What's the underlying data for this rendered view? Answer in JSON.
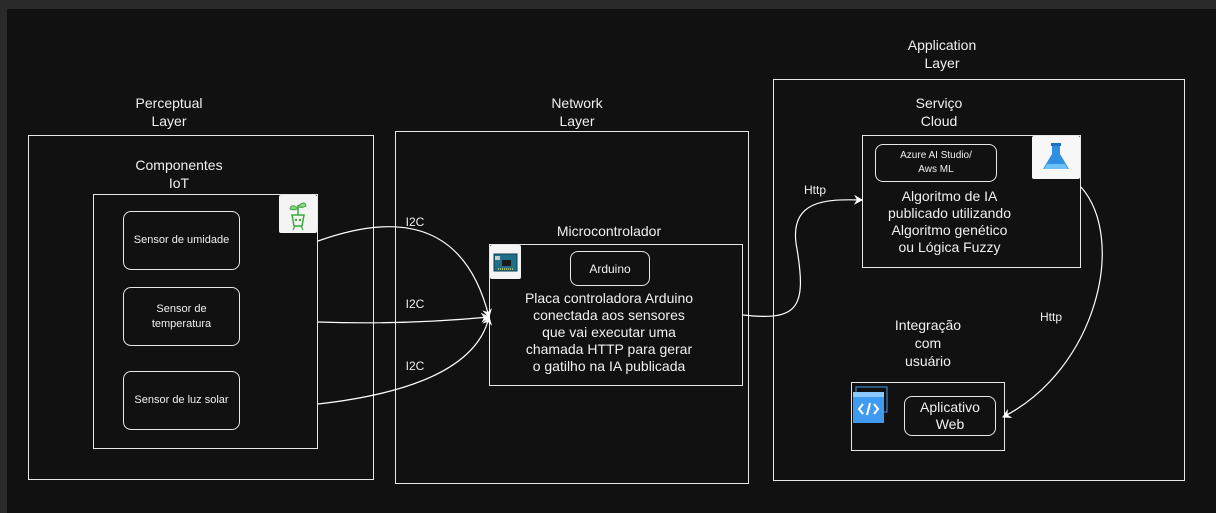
{
  "perceptual": {
    "title": "Perceptual\nLayer",
    "group_title": "Componentes\nIoT",
    "sensors": [
      "Sensor de umidade",
      "Sensor de\ntemperatura",
      "Sensor de luz solar"
    ]
  },
  "network": {
    "title": "Network\nLayer",
    "micro_title": "Microcontrolador",
    "arduino_label": "Arduino",
    "description": "Placa controladora Arduino\nconectada  aos sensores\nque vai executar uma\nchamada HTTP para gerar\no gatilho na IA publicada"
  },
  "application": {
    "title": "Application\nLayer",
    "cloud_title": "Serviço\nCloud",
    "cloud_service": "Azure AI Studio/\nAws ML",
    "cloud_description": "Algoritmo de IA\npublicado utilizando\nAlgoritmo genético\nou Lógica Fuzzy",
    "integration_title": "Integração\ncom\nusuário",
    "web_app_label": "Aplicativo\nWeb"
  },
  "edges": {
    "i2c_1": "I2C",
    "i2c_2": "I2C",
    "i2c_3": "I2C",
    "http_1": "Http",
    "http_2": "Http"
  },
  "icons": {
    "sensor_component": "plant-sensor-icon",
    "arduino_board": "arduino-board-icon",
    "azure_ml": "azure-ml-flask-icon",
    "web_app": "code-window-icon"
  },
  "colors": {
    "background": "#111111",
    "stroke": "#e6e6e6",
    "azure_blue": "#2f8fe0",
    "code_blue": "#3f9bf0"
  }
}
